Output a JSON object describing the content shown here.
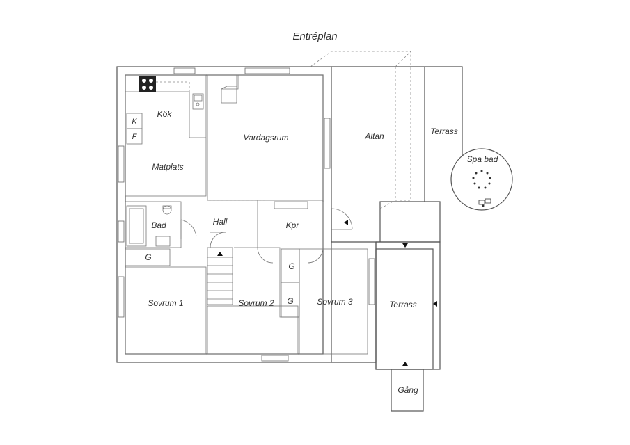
{
  "title": "Entréplan",
  "rooms": {
    "kok": "Kök",
    "fridge_f": "F",
    "fridge_k": "K",
    "matplats": "Matplats",
    "vardagsrum": "Vardagsrum",
    "altan": "Altan",
    "terrass_top": "Terrass",
    "spa_bad": "Spa bad",
    "bad": "Bad",
    "hall": "Hall",
    "kpr": "Kpr",
    "g_left": "G",
    "g_mid_top": "G",
    "g_mid_bottom": "G",
    "sovrum1": "Sovrum 1",
    "sovrum2": "Sovrum 2",
    "sovrum3": "Sovrum 3",
    "terrass_bottom": "Terrass",
    "gang": "Gång"
  }
}
